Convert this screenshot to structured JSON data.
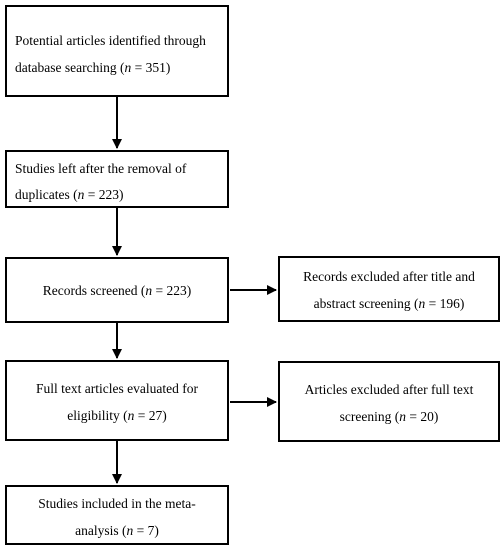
{
  "boxes": {
    "identified": {
      "line1": "Potential articles identified through",
      "line2_pre": "database searching (",
      "var": "n",
      "line2_post": " = 351)"
    },
    "duplicates": {
      "line1": "Studies left after the removal of",
      "line2_pre": "duplicates (",
      "var": "n",
      "line2_post": " = 223)"
    },
    "screened": {
      "line1_pre": "Records screened (",
      "var": "n",
      "line1_post": " = 223)"
    },
    "excluded_title": {
      "line1": "Records excluded after title and",
      "line2_pre": "abstract screening (",
      "var": "n",
      "line2_post": " = 196)"
    },
    "fulltext": {
      "line1": "Full text articles evaluated for",
      "line2_pre": "eligibility (",
      "var": "n",
      "line2_post": " = 27)"
    },
    "excluded_fulltext": {
      "line1": "Articles excluded after full text",
      "line2_pre": "screening (",
      "var": "n",
      "line2_post": " = 20)"
    },
    "included": {
      "line1": "Studies included in the meta-",
      "line2_pre": "analysis (",
      "var": "n",
      "line2_post": " = 7)"
    }
  }
}
